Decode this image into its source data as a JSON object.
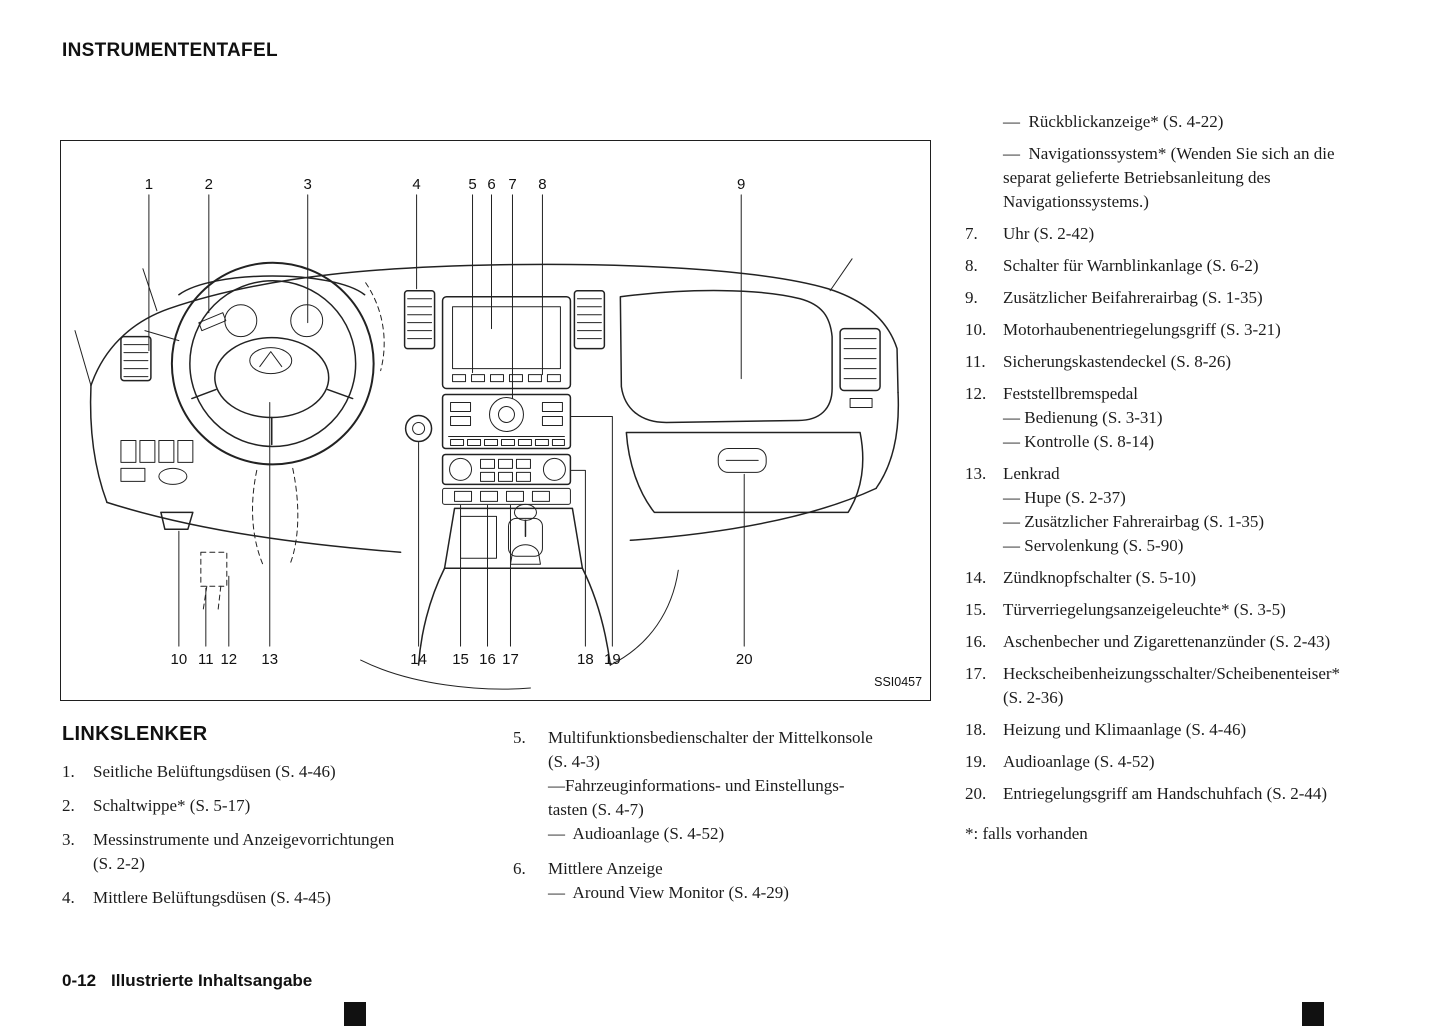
{
  "page": {
    "header": "INSTRUMENTENTAFEL",
    "footer_page_number": "0-12",
    "footer_title": "Illustrierte Inhaltsangabe"
  },
  "diagram": {
    "figure_code": "SSI0457",
    "top_callouts": [
      "1",
      "2",
      "3",
      "4",
      "5",
      "6",
      "7",
      "8",
      "9"
    ],
    "bottom_callouts": [
      "10",
      "11",
      "12",
      "13",
      "14",
      "15",
      "16",
      "17",
      "18",
      "19",
      "20"
    ]
  },
  "left_column": {
    "heading": "LINKSLENKER",
    "items": [
      {
        "num": "1.",
        "text": "Seitliche Belüftungsdüsen (S. 4-46)"
      },
      {
        "num": "2.",
        "text": "Schaltwippe* (S. 5-17)"
      },
      {
        "num": "3.",
        "text": "Messinstrumente und Anzeigevorrichtungen (S. 2-2)"
      },
      {
        "num": "4.",
        "text": "Mittlere Belüftungsdüsen (S. 4-45)"
      }
    ]
  },
  "middle_column": {
    "items": [
      {
        "num": "5.",
        "text": "Multifunktionsbedienschalter der Mittelkonsole (S. 4-3)",
        "subs": [
          "—Fahrzeuginformations- und Einstellungs­tasten (S. 4-7)",
          "—  Audioanlage (S. 4-52)"
        ]
      },
      {
        "num": "6.",
        "text": "Mittlere Anzeige",
        "subs": [
          "—  Around View Monitor (S. 4-29)"
        ]
      }
    ]
  },
  "right_column": {
    "lead_subs": [
      "—  Rückblickanzeige* (S. 4-22)",
      "—  Navigationssystem* (Wenden Sie sich an die separat gelieferte Betriebsanleitung des Navigationssystems.)"
    ],
    "items": [
      {
        "num": "7.",
        "text": "Uhr (S. 2-42)"
      },
      {
        "num": "8.",
        "text": "Schalter für Warnblinkanlage (S. 6-2)"
      },
      {
        "num": "9.",
        "text": "Zusätzlicher Beifahrerairbag (S. 1-35)"
      },
      {
        "num": "10.",
        "text": "Motorhaubenentriegelungsgriff (S. 3-21)"
      },
      {
        "num": "11.",
        "text": "Sicherungskastendeckel (S. 8-26)"
      },
      {
        "num": "12.",
        "text": "Feststellbremspedal",
        "subs": [
          "— Bedienung (S. 3-31)",
          "— Kontrolle (S. 8-14)"
        ]
      },
      {
        "num": "13.",
        "text": "Lenkrad",
        "subs": [
          "— Hupe (S. 2-37)",
          "— Zusätzlicher Fahrerairbag (S. 1-35)",
          "— Servolenkung (S. 5-90)"
        ]
      },
      {
        "num": "14.",
        "text": "Zündknopfschalter (S. 5-10)"
      },
      {
        "num": "15.",
        "text": "Türverriegelungsanzeigeleuchte* (S. 3-5)"
      },
      {
        "num": "16.",
        "text": "Aschenbecher und Zigarettenanzünder (S. 2-43)"
      },
      {
        "num": "17.",
        "text": "Heckscheibenheizungsschalter/Scheiben­enteiser* (S. 2-36)"
      },
      {
        "num": "18.",
        "text": "Heizung und Klimaanlage (S. 4-46)"
      },
      {
        "num": "19.",
        "text": "Audioanlage (S. 4-52)"
      },
      {
        "num": "20.",
        "text": "Entriegelungsgriff am Handschuhfach (S. 2-44)"
      }
    ],
    "footnote": "*: falls vorhanden"
  }
}
